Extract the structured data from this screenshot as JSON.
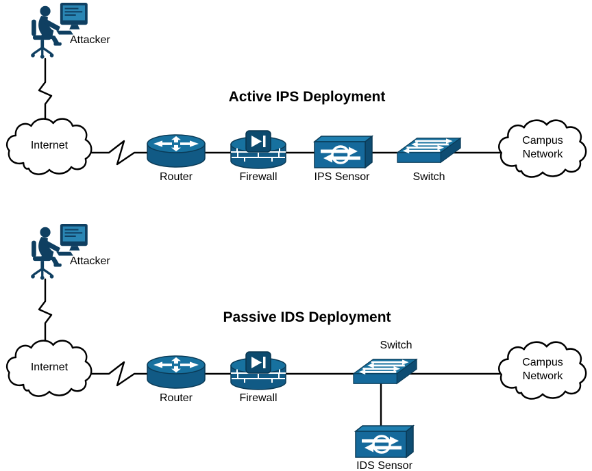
{
  "colors": {
    "device_primary": "#15699b",
    "device_top": "#17719f",
    "device_side": "#0e4d73",
    "badge_dark": "#0c4a6e",
    "silhouette": "#0f3f61",
    "line": "#000000",
    "background": "#ffffff"
  },
  "icons": {
    "attacker": "person-at-computer",
    "internet": "cloud",
    "campus_network": "cloud",
    "router": "cylinder-with-arrows",
    "firewall": "brick-cylinder-diode",
    "switch": "3d-box-with-arrows",
    "sensor": "box-with-ring-and-arrows"
  },
  "top_section": {
    "title": "Active IPS Deployment",
    "attacker_label": "Attacker",
    "internet_label": "Internet",
    "router_label": "Router",
    "firewall_label": "Firewall",
    "sensor_label": "IPS Sensor",
    "switch_label": "Switch",
    "campus_label": "Campus\nNetwork"
  },
  "bottom_section": {
    "title": "Passive IDS Deployment",
    "attacker_label": "Attacker",
    "internet_label": "Internet",
    "router_label": "Router",
    "firewall_label": "Firewall",
    "switch_label": "Switch",
    "sensor_label": "IDS Sensor",
    "campus_label": "Campus\nNetwork"
  }
}
